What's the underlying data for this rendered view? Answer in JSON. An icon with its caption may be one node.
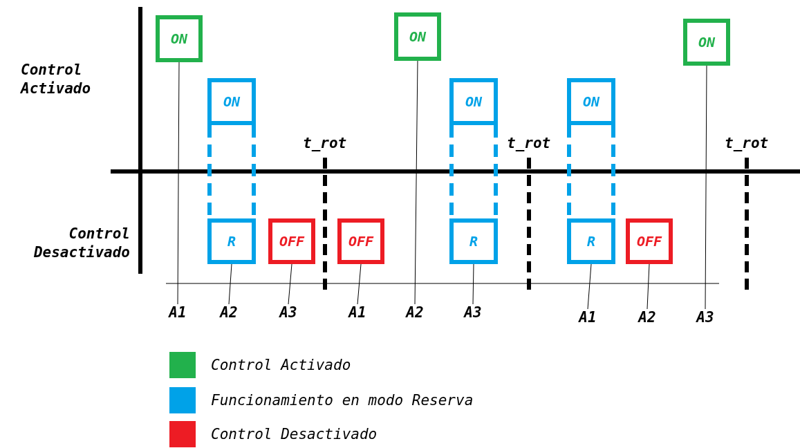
{
  "diagram": {
    "nodes": [
      {
        "text": [
          "ON"
        ]
      },
      {
        "text": [
          "ON"
        ]
      },
      {
        "text": [
          "ON"
        ]
      },
      {
        "text": [
          "ON"
        ]
      },
      {
        "text": [
          "ON"
        ]
      },
      {
        "text": [
          "ON"
        ]
      },
      {
        "text": [
          "R"
        ]
      },
      {
        "text": [
          "OFF"
        ]
      },
      {
        "text": [
          "OFF"
        ]
      },
      {
        "text": [
          "R"
        ]
      },
      {
        "text": [
          "R"
        ]
      },
      {
        "text": [
          "OFF"
        ]
      },
      {
        "text": [
          "A1"
        ]
      },
      {
        "text": [
          "A2"
        ]
      },
      {
        "text": [
          "A3"
        ]
      },
      {
        "text": [
          "A1"
        ]
      },
      {
        "text": [
          "A2"
        ]
      },
      {
        "text": [
          "A3"
        ]
      },
      {
        "text": [
          "A1"
        ]
      },
      {
        "text": [
          "A2"
        ]
      },
      {
        "text": [
          "A3"
        ]
      }
    ],
    "edges": [
      {
        "from": 0,
        "to": 12,
        "arrow": "none"
      },
      {
        "from": 3,
        "to": 6,
        "arrow": "none",
        "style": "dashed",
        "color": "#00a2e8"
      },
      {
        "from": 3,
        "to": 6,
        "arrow": "none",
        "style": "dashed",
        "color": "#00a2e8"
      },
      {
        "from": 6,
        "to": 13,
        "arrow": "none"
      },
      {
        "from": 7,
        "to": 14,
        "arrow": "none"
      },
      {
        "from": 8,
        "to": 15,
        "arrow": "none"
      },
      {
        "from": 1,
        "to": 16,
        "arrow": "none"
      },
      {
        "from": 4,
        "to": 9,
        "arrow": "none",
        "style": "dashed",
        "color": "#00a2e8"
      },
      {
        "from": 4,
        "to": 9,
        "arrow": "none",
        "style": "dashed",
        "color": "#00a2e8"
      },
      {
        "from": 9,
        "to": 17,
        "arrow": "none"
      },
      {
        "from": 5,
        "to": 10,
        "arrow": "none",
        "style": "dashed",
        "color": "#00a2e8"
      },
      {
        "from": 5,
        "to": 10,
        "arrow": "none",
        "style": "dashed",
        "color": "#00a2e8"
      },
      {
        "from": 10,
        "to": 18,
        "arrow": "none"
      },
      {
        "from": 11,
        "to": 19,
        "arrow": "none"
      },
      {
        "from": 2,
        "to": 20,
        "arrow": "none"
      }
    ],
    "labels": [
      "Control Activado",
      "Control Desactivado",
      "t_rot",
      "t_rot",
      "t_rot"
    ],
    "legend": [
      {
        "text": "Control Activado",
        "color": "#22b14c"
      },
      {
        "text": "Funcionamiento en modo Reserva",
        "color": "#00a2e8"
      },
      {
        "text": "Control Desactivado",
        "color": "#ed1c24"
      }
    ]
  }
}
